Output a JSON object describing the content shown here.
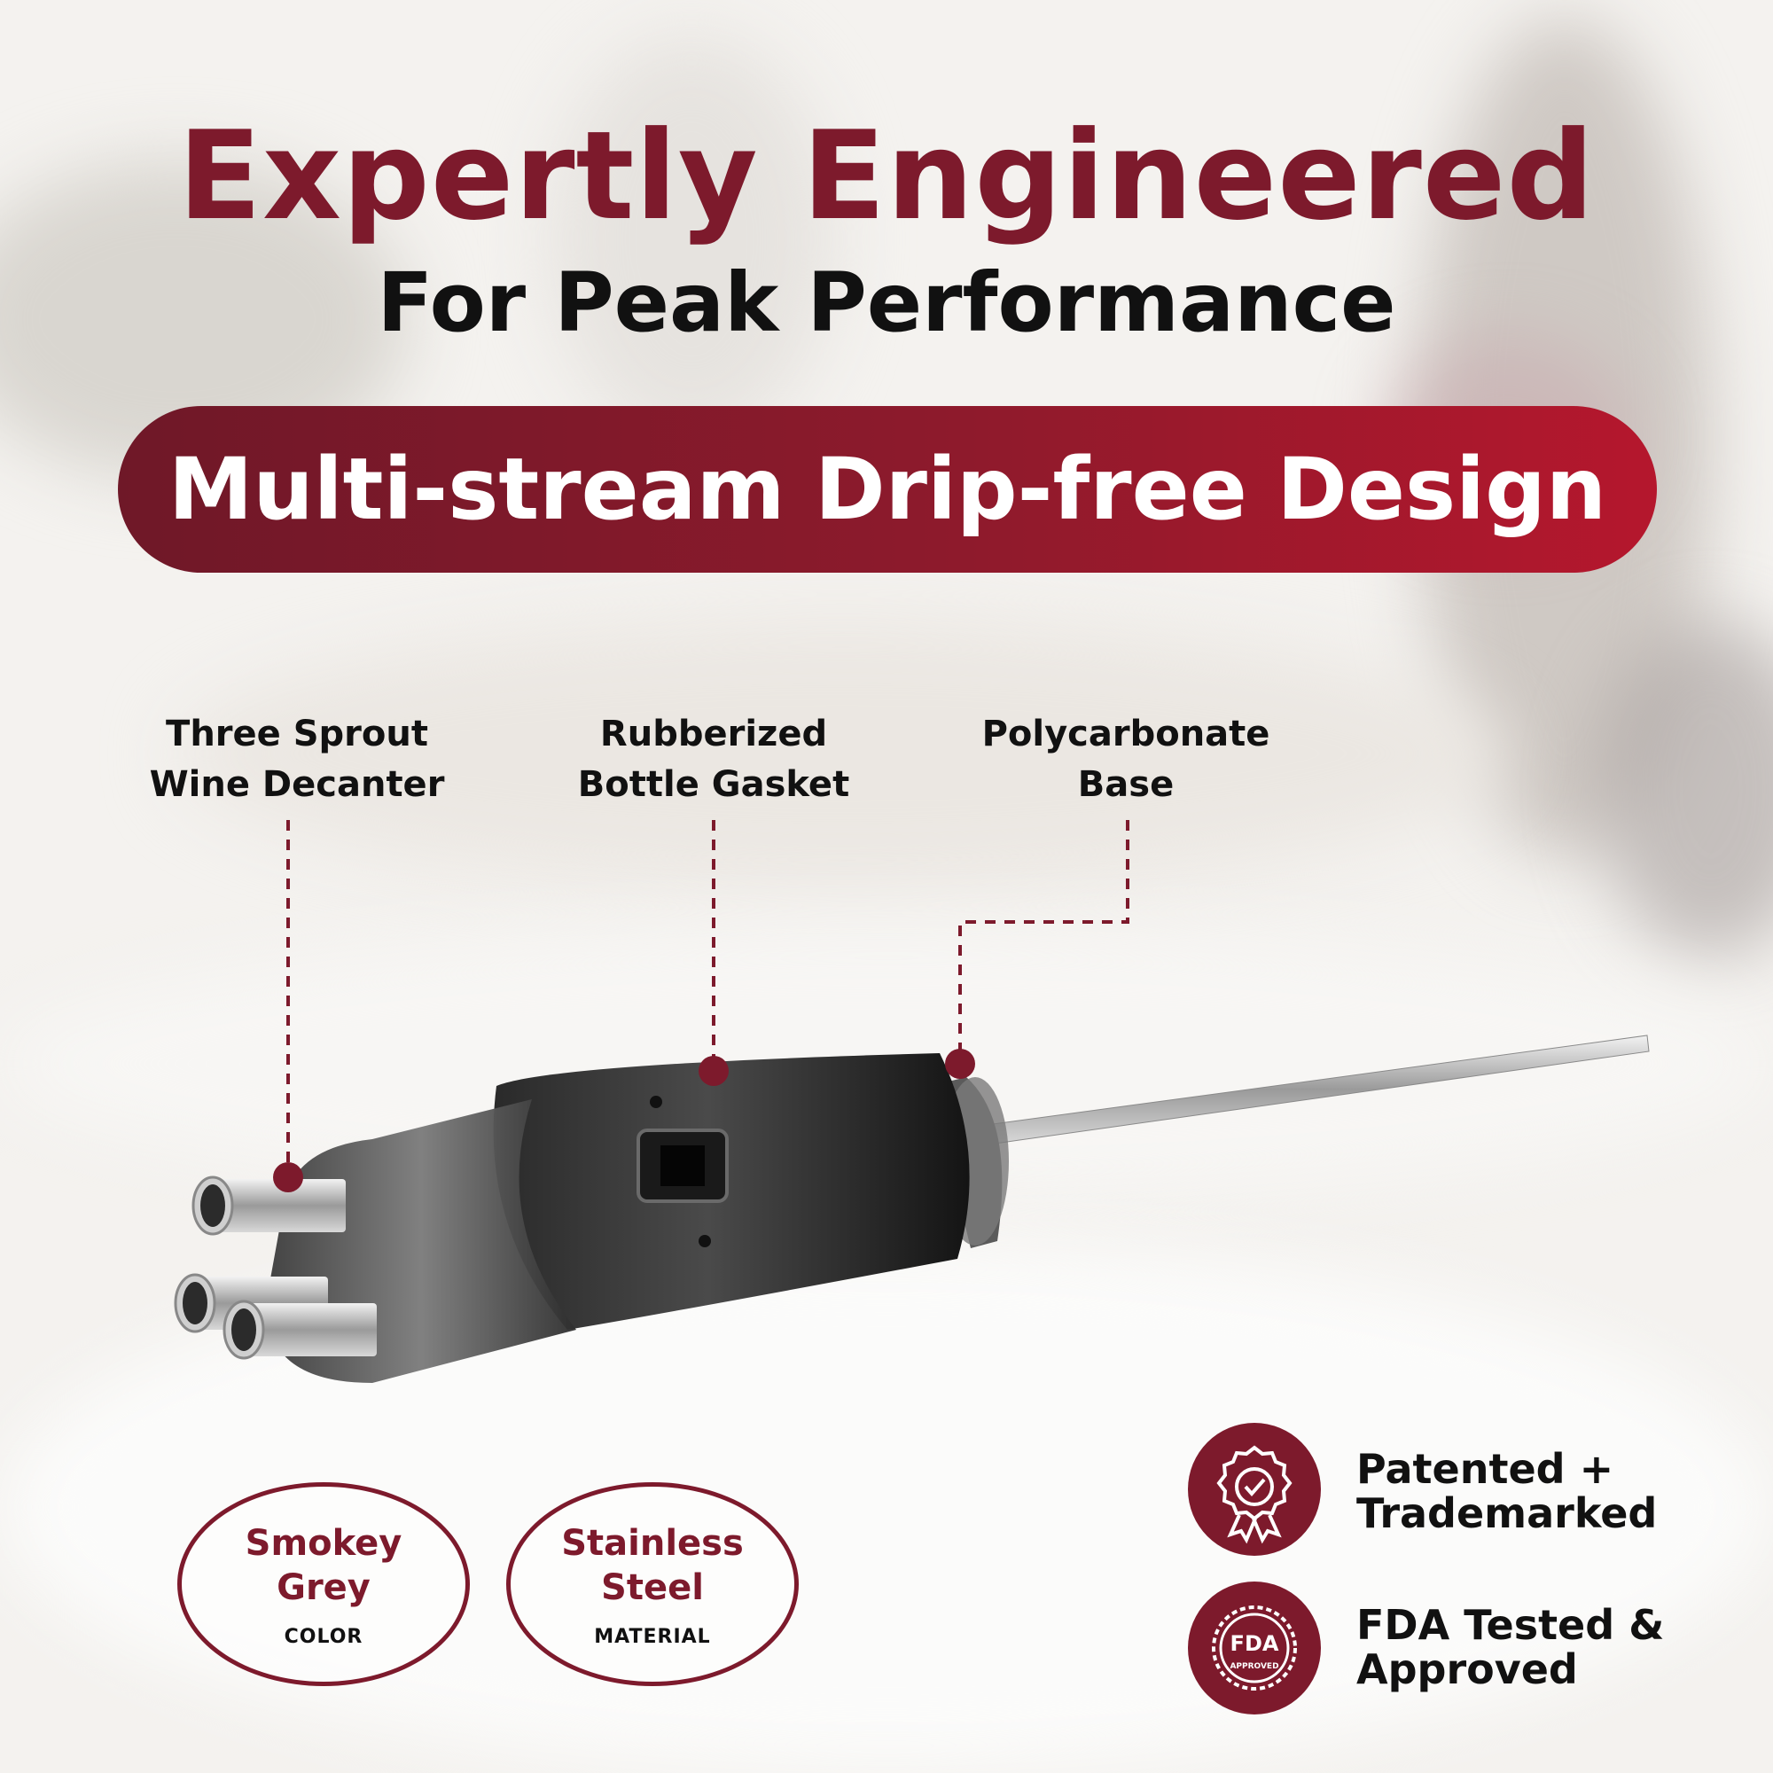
{
  "header": {
    "title": "Expertly Engineered",
    "subtitle": "For Peak Performance"
  },
  "banner": {
    "label": "Multi-stream Drip-free Design"
  },
  "callouts": [
    {
      "line1": "Three Sprout",
      "line2": "Wine Decanter"
    },
    {
      "line1": "Rubberized",
      "line2": "Bottle Gasket"
    },
    {
      "line1": "Polycarbonate",
      "line2": "Base"
    }
  ],
  "specs": [
    {
      "line1": "Smokey",
      "line2": "Grey",
      "caption": "COLOR"
    },
    {
      "line1": "Stainless",
      "line2": "Steel",
      "caption": "MATERIAL"
    }
  ],
  "badges": [
    {
      "icon": "award-ribbon-icon",
      "line1": "Patented +",
      "line2": "Trademarked"
    },
    {
      "icon": "fda-approved-seal-icon",
      "line1": "FDA Tested &",
      "line2": "Approved",
      "seal_text": [
        "FDA",
        "APPROVED"
      ]
    }
  ],
  "colors": {
    "brand": "#7d1a2c",
    "banner_end": "#b5172d",
    "text_dark": "#111111"
  }
}
